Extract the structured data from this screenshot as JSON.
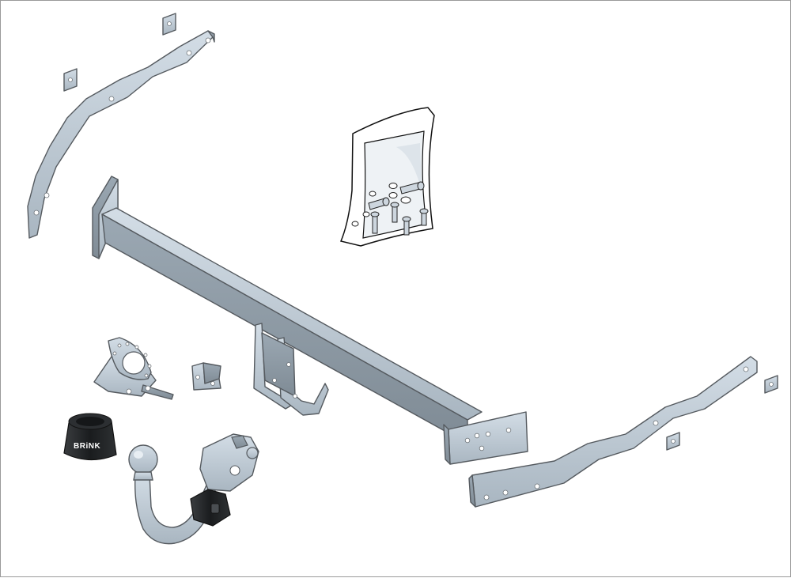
{
  "brand": {
    "cap_label": "BRiNK"
  },
  "colors": {
    "metal_light": "#c6d2dc",
    "metal_mid": "#aab7c2",
    "metal_dark": "#8a969f",
    "rubber": "#1d1f21",
    "outline": "#555a5f"
  },
  "parts": [
    "main-crossbar",
    "left-side-bracket",
    "right-side-bracket",
    "fixing-kit-bag",
    "socket-plate",
    "small-bracket",
    "towball-cap",
    "detachable-towball-neck"
  ]
}
